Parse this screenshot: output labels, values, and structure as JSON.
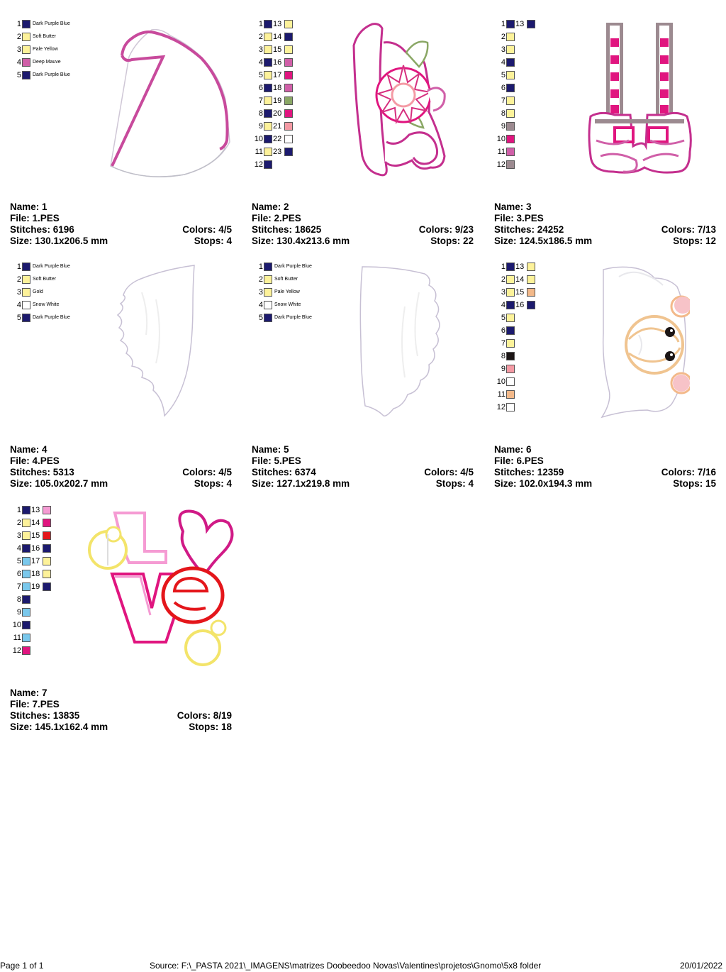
{
  "colors": {
    "dpb": "#1c1a6e",
    "yel": "#fdf29a",
    "mau": "#d05fa8",
    "pnk": "#e0157f",
    "wht": "#ffffff",
    "grn": "#8aa765",
    "lpk": "#f49aa4",
    "gry": "#9c8a90",
    "blk": "#1c1616",
    "pch": "#f3b98a",
    "lbl": "#7ac8ec",
    "lpn": "#f59bd3",
    "red": "#e4161b"
  },
  "labels": {
    "name": "Name: ",
    "file": "File: ",
    "stitches": "Stitches: ",
    "colors": "Colors: ",
    "size": "Size: ",
    "stops": "Stops: "
  },
  "designs": [
    {
      "name": "1",
      "file": "1.PES",
      "stitches": "6196",
      "colors": "4/5",
      "size": "130.1x206.5 mm",
      "stops": "4",
      "swatches": [
        {
          "n": "1",
          "c": "dpb",
          "label": "Dark Purple Blue"
        },
        {
          "n": "2",
          "c": "yel",
          "label": "Soft Butter"
        },
        {
          "n": "3",
          "c": "yel",
          "label": "Pale Yellow"
        },
        {
          "n": "4",
          "c": "mau",
          "label": "Deep Mauve"
        },
        {
          "n": "5",
          "c": "dpb",
          "label": "Dark Purple Blue"
        }
      ]
    },
    {
      "name": "2",
      "file": "2.PES",
      "stitches": "18625",
      "colors": "9/23",
      "size": "130.4x213.6 mm",
      "stops": "22",
      "swatches": [
        {
          "n": "1",
          "c": "dpb",
          "n2": "13",
          "c2": "yel"
        },
        {
          "n": "2",
          "c": "yel",
          "n2": "14",
          "c2": "dpb"
        },
        {
          "n": "3",
          "c": "yel",
          "n2": "15",
          "c2": "yel"
        },
        {
          "n": "4",
          "c": "dpb",
          "n2": "16",
          "c2": "mau"
        },
        {
          "n": "5",
          "c": "yel",
          "n2": "17",
          "c2": "pnk"
        },
        {
          "n": "6",
          "c": "dpb",
          "n2": "18",
          "c2": "mau"
        },
        {
          "n": "7",
          "c": "yel",
          "n2": "19",
          "c2": "grn"
        },
        {
          "n": "8",
          "c": "dpb",
          "n2": "20",
          "c2": "pnk"
        },
        {
          "n": "9",
          "c": "yel",
          "n2": "21",
          "c2": "lpk"
        },
        {
          "n": "10",
          "c": "dpb",
          "n2": "22",
          "c2": "wht"
        },
        {
          "n": "11",
          "c": "yel",
          "n2": "23",
          "c2": "dpb"
        },
        {
          "n": "12",
          "c": "dpb"
        }
      ]
    },
    {
      "name": "3",
      "file": "3.PES",
      "stitches": "24252",
      "colors": "7/13",
      "size": "124.5x186.5 mm",
      "stops": "12",
      "swatches": [
        {
          "n": "1",
          "c": "dpb",
          "n2": "13",
          "c2": "dpb"
        },
        {
          "n": "2",
          "c": "yel"
        },
        {
          "n": "3",
          "c": "yel"
        },
        {
          "n": "4",
          "c": "dpb"
        },
        {
          "n": "5",
          "c": "yel"
        },
        {
          "n": "6",
          "c": "dpb"
        },
        {
          "n": "7",
          "c": "yel"
        },
        {
          "n": "8",
          "c": "yel"
        },
        {
          "n": "9",
          "c": "gry"
        },
        {
          "n": "10",
          "c": "pnk"
        },
        {
          "n": "11",
          "c": "mau"
        },
        {
          "n": "12",
          "c": "gry"
        }
      ]
    },
    {
      "name": "4",
      "file": "4.PES",
      "stitches": "5313",
      "colors": "4/5",
      "size": "105.0x202.7 mm",
      "stops": "4",
      "swatches": [
        {
          "n": "1",
          "c": "dpb",
          "label": "Dark Purple Blue"
        },
        {
          "n": "2",
          "c": "yel",
          "label": "Soft Butter"
        },
        {
          "n": "3",
          "c": "yel",
          "label": "Gold"
        },
        {
          "n": "4",
          "c": "wht",
          "label": "Snow White"
        },
        {
          "n": "5",
          "c": "dpb",
          "label": "Dark Purple Blue"
        }
      ]
    },
    {
      "name": "5",
      "file": "5.PES",
      "stitches": "6374",
      "colors": "4/5",
      "size": "127.1x219.8 mm",
      "stops": "4",
      "swatches": [
        {
          "n": "1",
          "c": "dpb",
          "label": "Dark Purple Blue"
        },
        {
          "n": "2",
          "c": "yel",
          "label": "Soft Butter"
        },
        {
          "n": "3",
          "c": "yel",
          "label": "Pale Yellow"
        },
        {
          "n": "4",
          "c": "wht",
          "label": "Snow White"
        },
        {
          "n": "5",
          "c": "dpb",
          "label": "Dark Purple Blue"
        }
      ]
    },
    {
      "name": "6",
      "file": "6.PES",
      "stitches": "12359",
      "colors": "7/16",
      "size": "102.0x194.3 mm",
      "stops": "15",
      "swatches": [
        {
          "n": "1",
          "c": "dpb",
          "n2": "13",
          "c2": "yel"
        },
        {
          "n": "2",
          "c": "yel",
          "n2": "14",
          "c2": "yel"
        },
        {
          "n": "3",
          "c": "yel",
          "n2": "15",
          "c2": "pch"
        },
        {
          "n": "4",
          "c": "dpb",
          "n2": "16",
          "c2": "dpb"
        },
        {
          "n": "5",
          "c": "yel"
        },
        {
          "n": "6",
          "c": "dpb"
        },
        {
          "n": "7",
          "c": "yel"
        },
        {
          "n": "8",
          "c": "blk"
        },
        {
          "n": "9",
          "c": "lpk"
        },
        {
          "n": "10",
          "c": "wht"
        },
        {
          "n": "11",
          "c": "pch"
        },
        {
          "n": "12",
          "c": "wht"
        }
      ]
    },
    {
      "name": "7",
      "file": "7.PES",
      "stitches": "13835",
      "colors": "8/19",
      "size": "145.1x162.4 mm",
      "stops": "18",
      "swatches": [
        {
          "n": "1",
          "c": "dpb",
          "n2": "13",
          "c2": "lpn"
        },
        {
          "n": "2",
          "c": "yel",
          "n2": "14",
          "c2": "pnk"
        },
        {
          "n": "3",
          "c": "yel",
          "n2": "15",
          "c2": "red"
        },
        {
          "n": "4",
          "c": "dpb",
          "n2": "16",
          "c2": "dpb"
        },
        {
          "n": "5",
          "c": "lbl",
          "n2": "17",
          "c2": "yel"
        },
        {
          "n": "6",
          "c": "lbl",
          "n2": "18",
          "c2": "yel"
        },
        {
          "n": "7",
          "c": "lbl",
          "n2": "19",
          "c2": "dpb"
        },
        {
          "n": "8",
          "c": "dpb"
        },
        {
          "n": "9",
          "c": "lbl"
        },
        {
          "n": "10",
          "c": "dpb"
        },
        {
          "n": "11",
          "c": "lbl"
        },
        {
          "n": "12",
          "c": "pnk"
        }
      ]
    }
  ],
  "footer": {
    "page": "Page 1 of 1",
    "source": "Source: F:\\_PASTA 2021\\_IMAGENS\\matrizes Doobeedoo Novas\\Valentines\\projetos\\Gnomo\\5x8 folder",
    "date": "20/01/2022"
  }
}
